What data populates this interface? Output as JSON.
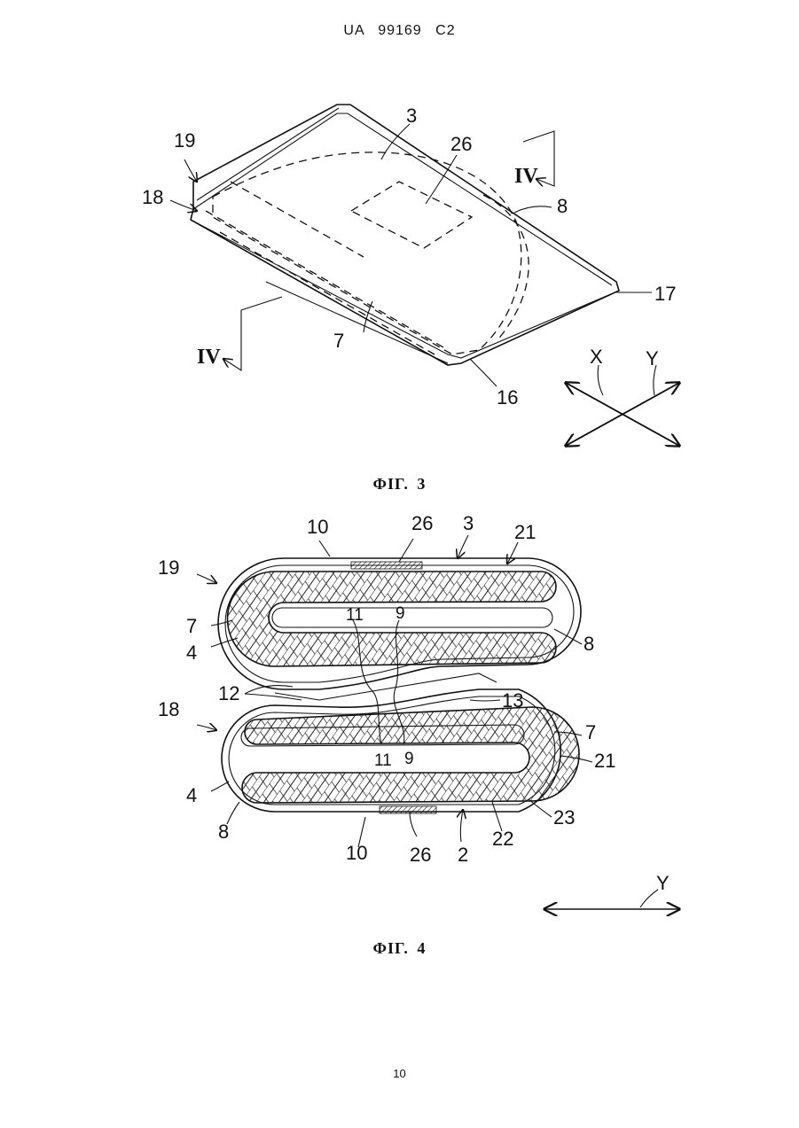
{
  "header": {
    "text": "UA   99169   C2"
  },
  "figure3": {
    "caption": "ФІГ.  3",
    "labels": {
      "l19": "19",
      "l18": "18",
      "l3": "3",
      "l26": "26",
      "l4a": "IV",
      "l4b": "IV",
      "l8": "8",
      "l17": "17",
      "l7": "7",
      "l16": "16",
      "lx": "X",
      "ly": "Y"
    }
  },
  "figure4": {
    "caption": "ФІГ.  4",
    "labels": {
      "l10a": "10",
      "l26a": "26",
      "l3": "3",
      "l21a": "21",
      "l19": "19",
      "l7a": "7",
      "l11a": "11",
      "l9a": "9",
      "l4a": "4",
      "l8a": "8",
      "l12": "12",
      "l13": "13",
      "l18": "18",
      "l7b": "7",
      "l11b": "11",
      "l9b": "9",
      "l21b": "21",
      "l4b": "4",
      "l23": "23",
      "l8b": "8",
      "l22": "22",
      "l10b": "10",
      "l26b": "26",
      "l2": "2",
      "ly": "Y"
    }
  },
  "footer": {
    "page_number": "10"
  }
}
